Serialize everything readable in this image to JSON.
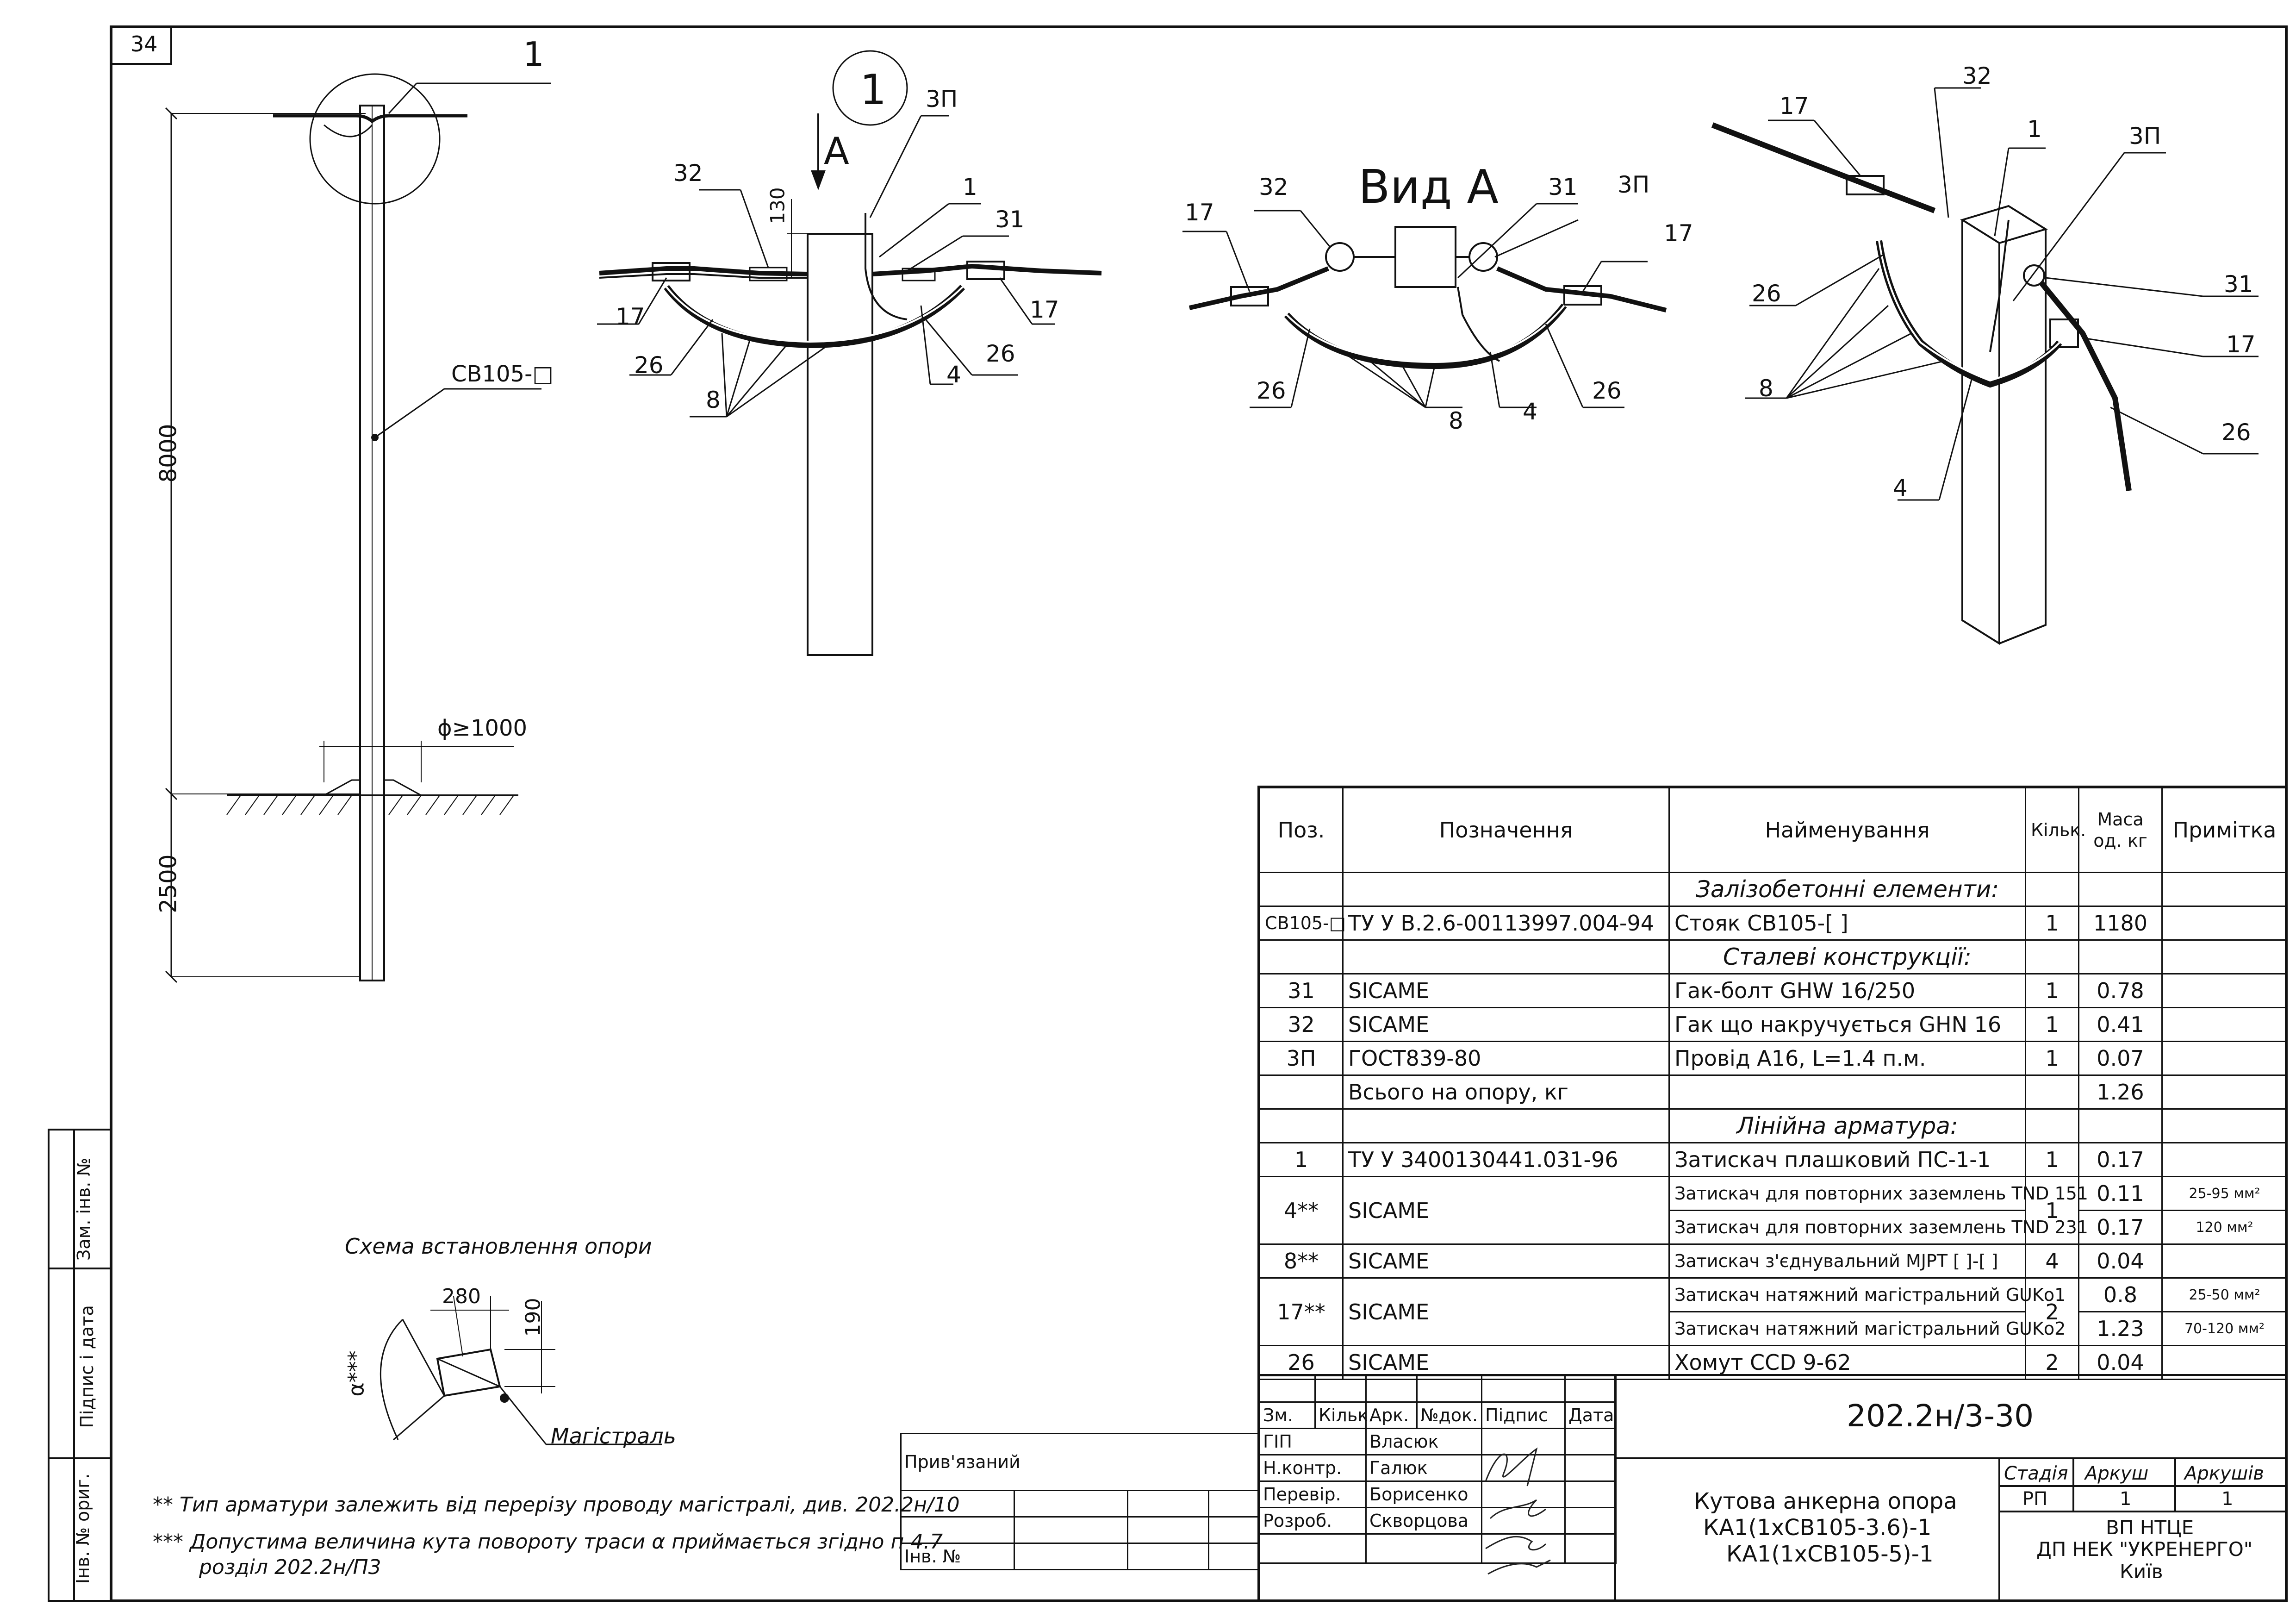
{
  "sheet_number": "34",
  "side_stamp": {
    "zam_inv": "Зам. інв. №",
    "pidpys_data": "Підпис і дата",
    "inv_orig": "Інв. № ориг."
  },
  "pole_view": {
    "callout": "1",
    "pole_label": "СВ105-□",
    "height_above": "8000",
    "depth_below": "2500",
    "pit_diameter": "ϕ≥1000"
  },
  "detail_1": {
    "circle_label": "1",
    "arrow_label": "А",
    "dim_130": "130",
    "labels": [
      "32",
      "3П",
      "1",
      "31",
      "17",
      "17",
      "26",
      "26",
      "8",
      "4"
    ]
  },
  "view_a": {
    "title": "Вид А",
    "labels": [
      "32",
      "31",
      "3П",
      "17",
      "17",
      "26",
      "26",
      "8",
      "4"
    ]
  },
  "iso_view": {
    "labels": [
      "32",
      "17",
      "1",
      "3П",
      "26",
      "31",
      "17",
      "8",
      "26",
      "4"
    ]
  },
  "install_scheme": {
    "title": "Схема встановлення опори",
    "dim_280": "280",
    "dim_190": "190",
    "angle": "α***",
    "main_line": "Магістраль"
  },
  "notes": {
    "n1": "** Тип арматури залежить від перерізу проводу магістралі, див. 202.2н/10",
    "n2": "*** Допустима величина кута повороту траси α приймається згідно п 4.7",
    "n3": "розділ 202.2н/П3"
  },
  "spec_table": {
    "headers": {
      "pos": "Поз.",
      "designation": "Позначення",
      "name": "Найменування",
      "qty": "Кільк.",
      "mass": "Маса од. кг",
      "note": "Примітка"
    },
    "rows": [
      {
        "type": "section",
        "name": "Залізобетонні елементи:"
      },
      {
        "pos": "СВ105-□",
        "designation": "ТУ У В.2.6-00113997.004-94",
        "name": "Стояк СВ105-[    ]",
        "qty": "1",
        "mass": "1180",
        "note": ""
      },
      {
        "type": "section",
        "name": "Сталеві конструкції:"
      },
      {
        "pos": "31",
        "designation": "SICAME",
        "name": "Гак-болт GHW 16/250",
        "qty": "1",
        "mass": "0.78",
        "note": ""
      },
      {
        "pos": "32",
        "designation": "SICAME",
        "name": "Гак що накручується GHN 16",
        "qty": "1",
        "mass": "0.41",
        "note": ""
      },
      {
        "pos": "3П",
        "designation": "ГОСТ839-80",
        "name": "Провід А16, L=1.4 п.м.",
        "qty": "1",
        "mass": "0.07",
        "note": ""
      },
      {
        "pos": "",
        "designation": "Всього на опору, кг",
        "name": "",
        "qty": "",
        "mass": "1.26",
        "note": ""
      },
      {
        "type": "section",
        "name": "Лінійна арматура:"
      },
      {
        "pos": "1",
        "designation": "ТУ У 3400130441.031-96",
        "name": "Затискач плашковий ПС-1-1",
        "qty": "1",
        "mass": "0.17",
        "note": ""
      }
    ],
    "row_4": {
      "pos": "4**",
      "designation": "SICAME",
      "qty": "1",
      "a": {
        "name": "Затискач для повторних заземлень TND 151",
        "mass": "0.11",
        "note": "25-95 мм²"
      },
      "b": {
        "name": "Затискач для повторних заземлень TND 231",
        "mass": "0.17",
        "note": "120 мм²"
      }
    },
    "row_8": {
      "pos": "8**",
      "designation": "SICAME",
      "name": "Затискач з'єднувальний MJPT [   ]-[   ]",
      "qty": "4",
      "mass": "0.04",
      "note": ""
    },
    "row_17": {
      "pos": "17**",
      "designation": "SICAME",
      "qty": "2",
      "a": {
        "name": "Затискач натяжний магістральний GUKо1",
        "mass": "0.8",
        "note": "25-50 мм²"
      },
      "b": {
        "name": "Затискач натяжний магістральний GUKо2",
        "mass": "1.23",
        "note": "70-120 мм²"
      }
    },
    "row_26": {
      "pos": "26",
      "designation": "SICAME",
      "name": "Хомут CCD 9-62",
      "qty": "2",
      "mass": "0.04",
      "note": ""
    }
  },
  "title_block": {
    "privyazanyi": "Прив'язаний",
    "inv_no": "Інв. №",
    "doc_code": "202.2н/3-30",
    "rev_headers": [
      "Зм.",
      "Кільк.",
      "Арк.",
      "№док.",
      "Підпис",
      "Дата"
    ],
    "staff": [
      {
        "role": "ГІП",
        "name": "Власюк"
      },
      {
        "role": "Н.контр.",
        "name": "Галюк"
      },
      {
        "role": "Перевір.",
        "name": "Борисенко"
      },
      {
        "role": "Розроб.",
        "name": "Скворцова"
      }
    ],
    "title_lines": [
      "Кутова анкерна опора",
      "КА1(1хСВ105-3.6)-1",
      "КА1(1хСВ105-5)-1"
    ],
    "stage_label": "Стадія",
    "stage": "РП",
    "sheet_label": "Аркуш",
    "sheet": "1",
    "sheets_label": "Аркушів",
    "sheets": "1",
    "org_lines": [
      "ВП НТЦЕ",
      "ДП НЕК \"УКРЕНЕРГО\"",
      "Київ"
    ]
  }
}
